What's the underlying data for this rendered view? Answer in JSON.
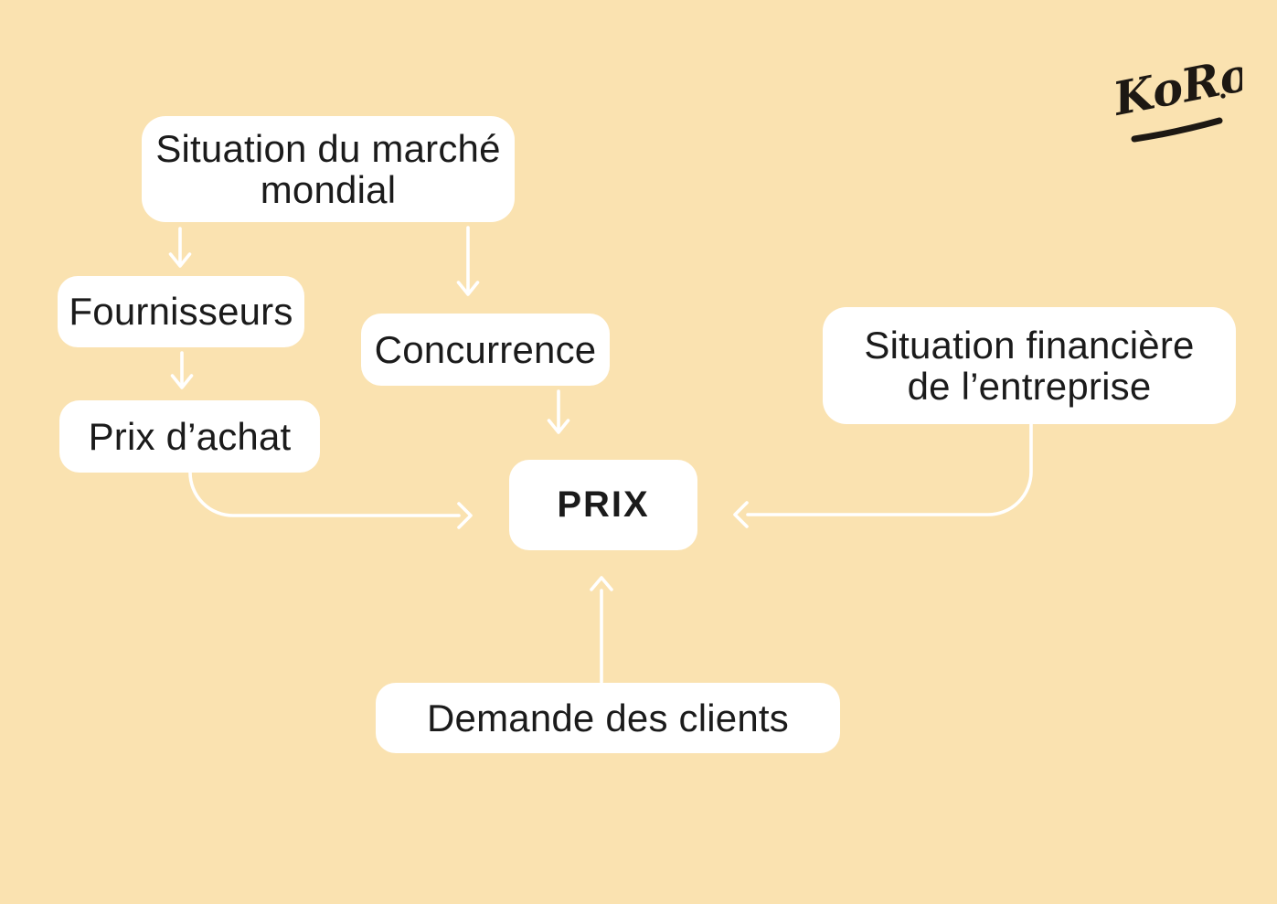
{
  "canvas": {
    "background": "#FAE2B0",
    "node_background": "#FFFFFF",
    "text_color": "#1B1B1B",
    "arrow_color": "#FFFFFF",
    "logo_color": "#1D1813"
  },
  "logo": {
    "brand": "KoRo"
  },
  "nodes": {
    "market": {
      "label": "Situation du marché\nmondial"
    },
    "suppliers": {
      "label": "Fournisseurs"
    },
    "competition": {
      "label": "Concurrence"
    },
    "purchase": {
      "label": "Prix d’achat"
    },
    "financial": {
      "label": "Situation financière\nde l’entreprise"
    },
    "price": {
      "label": "PRIX"
    },
    "demand": {
      "label": "Demande des clients"
    }
  },
  "edges": [
    {
      "from": "Situation du marché mondial",
      "to": "Fournisseurs"
    },
    {
      "from": "Situation du marché mondial",
      "to": "Concurrence"
    },
    {
      "from": "Fournisseurs",
      "to": "Prix d’achat"
    },
    {
      "from": "Prix d’achat",
      "to": "PRIX"
    },
    {
      "from": "Concurrence",
      "to": "PRIX"
    },
    {
      "from": "Situation financière de l’entreprise",
      "to": "PRIX"
    },
    {
      "from": "Demande des clients",
      "to": "PRIX"
    }
  ]
}
